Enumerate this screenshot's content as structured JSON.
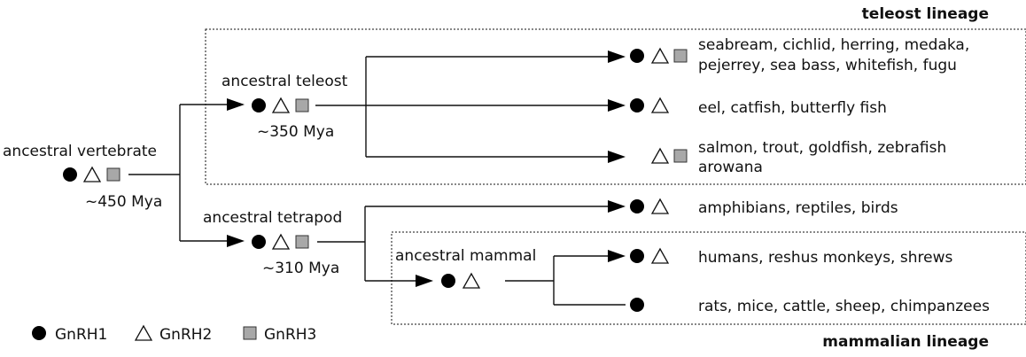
{
  "nodes": {
    "vertebrate": {
      "name": "ancestral vertebrate",
      "age": "~450 Mya"
    },
    "teleost": {
      "name": "ancestral teleost",
      "age": "~350 Mya"
    },
    "tetrapod": {
      "name": "ancestral tetrapod",
      "age": "~310 Mya"
    },
    "mammal": {
      "name": "ancestral mammal"
    }
  },
  "groups": {
    "teleost_lineage": "teleost lineage",
    "mammalian_lineage": "mammalian lineage"
  },
  "leaves": {
    "teleost_a_line1": "seabream, cichlid, herring, medaka,",
    "teleost_a_line2": "pejerrey, sea bass, whitefish, fugu",
    "teleost_b": "eel, catfish, butterfly fish",
    "teleost_c_line1": "salmon, trout, goldfish, zebrafish",
    "teleost_c_line2": "arowana",
    "tetrapod_a": "amphibians, reptiles, birds",
    "mammal_a": "humans, reshus monkeys, shrews",
    "mammal_b": "rats, mice, cattle, sheep, chimpanzees"
  },
  "legend": {
    "gnrh1": "GnRH1",
    "gnrh2": "GnRH2",
    "gnrh3": "GnRH3"
  },
  "colors": {
    "gnrh1": "#000000",
    "gnrh2": "#ffffff",
    "gnrh3": "#a8a8a8"
  },
  "icons": {
    "gnrh1": "filled-circle",
    "gnrh2": "open-triangle",
    "gnrh3": "gray-square"
  }
}
